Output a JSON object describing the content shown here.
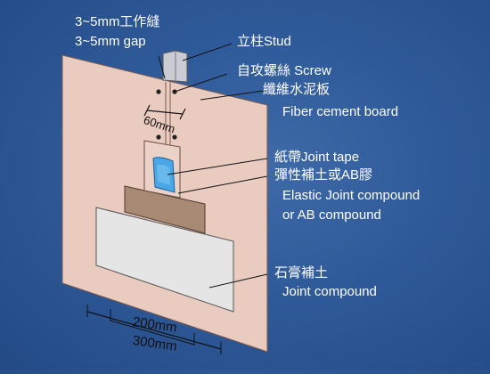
{
  "labels": {
    "gap_zh": "3~5mm工作縫",
    "gap_en": "3~5mm gap",
    "stud": "立柱Stud",
    "screw": "自攻螺絲 Screw",
    "board_zh": "纖維水泥板",
    "board_en": "Fiber cement board",
    "tape": "紙帶Joint tape",
    "elastic_zh": "彈性補土或AB膠",
    "elastic_en1": "Elastic Joint compound",
    "elastic_en2": "or AB compound",
    "joint_zh": "石膏補土",
    "joint_en": "Joint compound"
  },
  "dimensions": {
    "d60": "60mm",
    "d200": "200mm",
    "d300": "300mm"
  },
  "colors": {
    "board": "#e8c9be",
    "compound_gray": "#e4e4e4",
    "elastic_brown": "#a98973",
    "tape_blue": "#4aa9e8",
    "background": "#2f5a99"
  }
}
